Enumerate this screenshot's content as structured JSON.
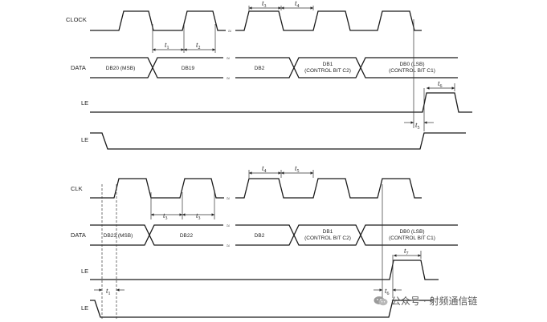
{
  "top": {
    "labels": {
      "clock": "CLOCK",
      "data": "DATA",
      "le1": "LE",
      "le2": "LE"
    },
    "segments": [
      "DB20 (MSB)",
      "DB19",
      "DB2"
    ],
    "seg_db1": [
      "DB1",
      "(CONTROL BIT C2)"
    ],
    "seg_db0": [
      "DB0 (LSB)",
      "(CONTROL BIT C1)"
    ],
    "timings": {
      "t1": "1",
      "t2": "2",
      "t3": "3",
      "t4": "4",
      "t5": "5",
      "t6": "6"
    }
  },
  "bottom": {
    "labels": {
      "clk": "CLK",
      "data": "DATA",
      "le1": "LE",
      "le2": "LE"
    },
    "segments": [
      "DB23 (MSB)",
      "DB22",
      "DB2"
    ],
    "seg_db1": [
      "DB1",
      "(CONTROL BIT C2)"
    ],
    "seg_db0": [
      "DB0 (LSB)",
      "(CONTROL BIT C1)"
    ],
    "timings": {
      "t1": "1",
      "t3a": "3",
      "t3b": "3",
      "t4": "4",
      "t5": "5",
      "t6": "6",
      "t7": "7"
    }
  },
  "time_symbol": "t",
  "break_mark": "≈",
  "watermark": {
    "text": "公众号 · 射频通信链",
    "icon": "wechat-icon"
  }
}
